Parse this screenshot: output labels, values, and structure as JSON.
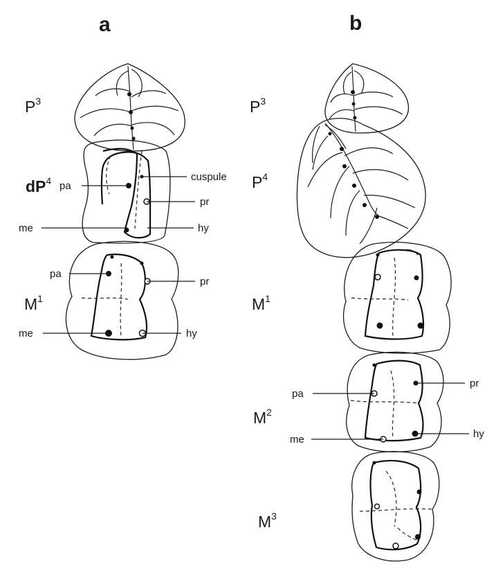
{
  "panels": {
    "a": {
      "letter": "a",
      "teeth": {
        "p3": [
          "P",
          "3"
        ],
        "dp4": [
          "dP",
          "4"
        ],
        "m1": [
          "M",
          "1"
        ]
      },
      "cusps": {
        "cuspule": "cuspule",
        "pa": "pa",
        "pr": "pr",
        "me": "me",
        "hy": "hy"
      },
      "m1_cusps": {
        "pa": "pa",
        "pr": "pr",
        "me": "me",
        "hy": "hy"
      }
    },
    "b": {
      "letter": "b",
      "teeth": {
        "p3": [
          "P",
          "3"
        ],
        "p4": [
          "P",
          "4"
        ],
        "m1": [
          "M",
          "1"
        ],
        "m2": [
          "M",
          "2"
        ],
        "m3": [
          "M",
          "3"
        ]
      },
      "m2_cusps": {
        "pa": "pa",
        "pr": "pr",
        "me": "me",
        "hy": "hy"
      }
    }
  }
}
